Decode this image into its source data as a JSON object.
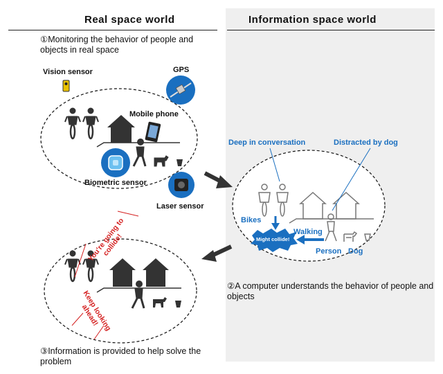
{
  "left": {
    "title": "Real space world",
    "step1": "①Monitoring the behavior of people and objects in real space",
    "labels": {
      "vision_sensor": "Vision sensor",
      "gps": "GPS",
      "mobile_phone": "Mobile phone",
      "biometric_sensor": "Biometric sensor",
      "laser_sensor": "Laser sensor"
    },
    "step3": "③Information is provided to help solve the problem",
    "warnings": {
      "collide": "You're going to collide!",
      "look_ahead": "Keep looking ahead!"
    }
  },
  "right": {
    "title": "Information space world",
    "labels": {
      "deep_conversation": "Deep in conversation",
      "distracted_by_dog": "Distracted by dog",
      "bikes": "Bikes",
      "walking": "Walking",
      "person": "Person",
      "dog": "Dog",
      "might_collide": "Might collide!"
    },
    "step2": "②A computer understands the behavior of people and objects"
  },
  "colors": {
    "blue": "#1a6fc0",
    "red": "#d42020",
    "gray_panel": "#efefef",
    "dark_figure": "#333333"
  }
}
